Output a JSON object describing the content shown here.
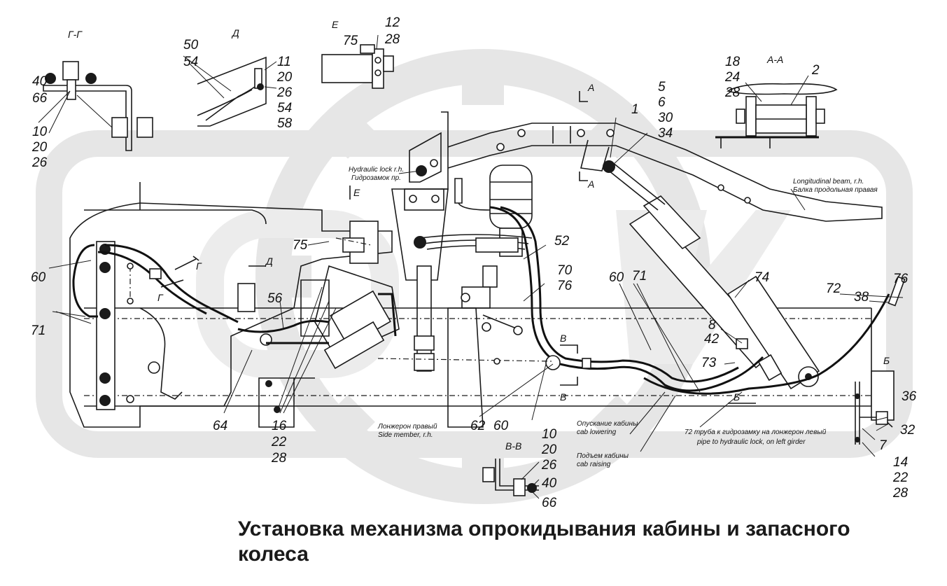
{
  "caption": "Установка механизма опрокидывания кабины и запасного колеса",
  "watermark": {
    "color": "#e6e6e6"
  },
  "views": {
    "g_g": "Г-Г",
    "d": "Д",
    "e": "Е",
    "a_a": "А-А",
    "b": "Б",
    "v_v": "В-В"
  },
  "section_marks": {
    "a_top": "А",
    "a_bottom": "А",
    "g_left": "Г",
    "g_right": "Г",
    "d_mark": "Д",
    "e_mark": "Е",
    "v_top": "В",
    "v_bottom": "В",
    "b_mark": "Б"
  },
  "callouts": {
    "c40": "40",
    "c66": "66",
    "c10a": "10",
    "c20a": "20",
    "c26a": "26",
    "c50": "50",
    "c54a": "54",
    "c11": "11",
    "c20b": "20",
    "c26b": "26",
    "c54b": "54",
    "c58": "58",
    "c75a": "75",
    "c12": "12",
    "c28a": "28",
    "c18": "18",
    "c24": "24",
    "c28b": "28",
    "c2": "2",
    "c5": "5",
    "c6": "6",
    "c30": "30",
    "c34": "34",
    "c1": "1",
    "c60a": "60",
    "c71a": "71",
    "c75b": "75",
    "c56": "56",
    "c64": "64",
    "c16": "16",
    "c22a": "22",
    "c28c": "28",
    "c52": "52",
    "c70": "70",
    "c76a": "76",
    "c60b": "60",
    "c71b": "71",
    "c74": "74",
    "c62": "62",
    "c60c": "60",
    "c8": "8",
    "c42": "42",
    "c73": "73",
    "c72": "72",
    "c38": "38",
    "c76b": "76",
    "c36": "36",
    "c32": "32",
    "c7": "7",
    "c14": "14",
    "c22b": "22",
    "c28d": "28",
    "c10b": "10",
    "c20c": "20",
    "c26c": "26",
    "c40b": "40",
    "c66b": "66"
  },
  "notes": {
    "hydraulic_lock_en": "Hydraulic lock r.h.",
    "hydraulic_lock_ru": "Гидрозамок пр.",
    "long_beam_en": "Longitudinal beam, r.h.",
    "long_beam_ru": "Балка продольная правая",
    "side_member_ru": "Лонжерон правый",
    "side_member_en": "Side member, r.h.",
    "cab_lowering_ru": "Опускание кабины",
    "cab_lowering_en": "cab lowering",
    "cab_raising_ru": "Подъем кабины",
    "cab_raising_en": "cab raising",
    "pipe_ru": "72 труба к гидрозамку на лонжерон левый",
    "pipe_en": "pipe to hydraulic lock, on left girder"
  }
}
